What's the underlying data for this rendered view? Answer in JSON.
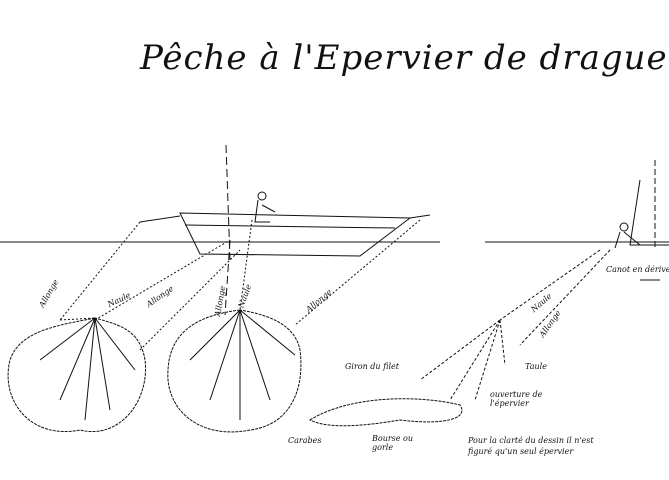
{
  "title": "Pêche à l'Epervier de drague",
  "labels": {
    "allonge_1": "Allonge",
    "naule_1": "Naule",
    "allonge_2": "Allonge",
    "allonge_3": "Allonge",
    "naule_2": "Naule",
    "allonge_4": "Allonge",
    "canot": "Canot en dérive",
    "naule_3": "Naule",
    "allonge_5": "Allonge",
    "giron": "Giron du filet",
    "taule": "Taule",
    "ouverture": "ouverture de l'épervier",
    "carabes": "Carabes",
    "bourse": "Bourse ou gorle",
    "note_line1": "Pour la clarté du dessin il n'est",
    "note_line2": "figuré qu'un seul épervier"
  }
}
